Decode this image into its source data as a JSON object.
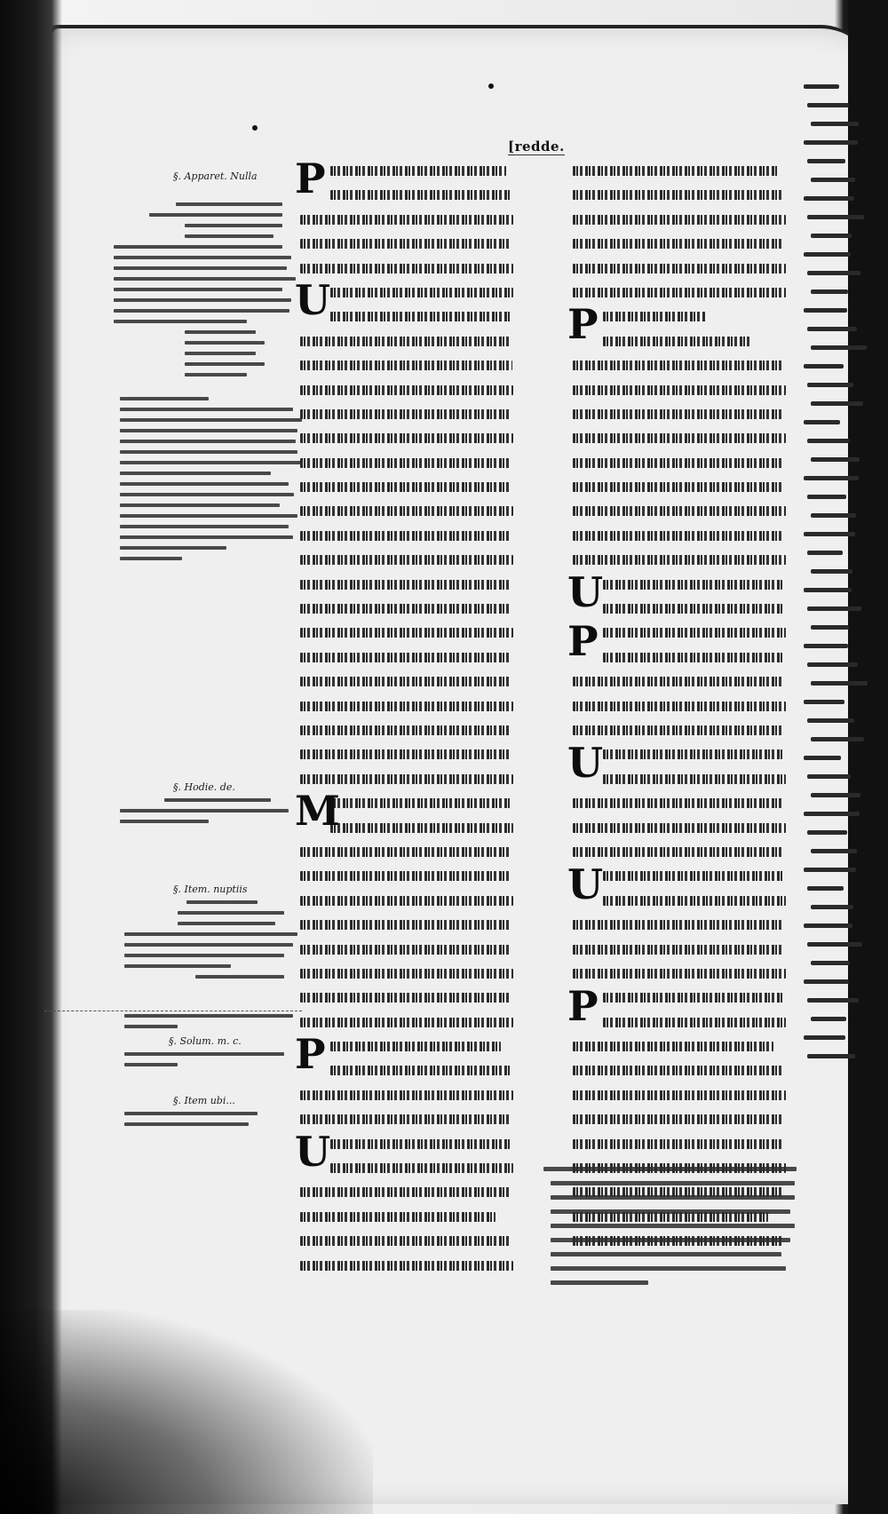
{
  "running_head": "[redde.",
  "glosses": {
    "g1": "§. Apparet. Nulla",
    "g2": "§. Hodie. de.",
    "g3": "§. Item. nuptiis",
    "g4": "§. Solum. m. c.",
    "g5": "§. Item ubi..."
  },
  "columns": {
    "left_initials": [
      "P",
      "U",
      "M",
      "P",
      "U"
    ],
    "right_initials": [
      "P",
      "U",
      "P",
      "U",
      "U",
      "P"
    ],
    "left_line_widths": [
      232,
      238,
      240,
      236,
      240,
      240,
      238,
      236,
      239,
      240,
      238,
      240,
      236,
      238,
      240,
      238,
      240,
      236,
      238,
      240,
      238,
      236,
      240,
      238,
      236,
      240,
      238,
      240,
      236,
      238,
      240,
      238,
      236,
      240,
      238,
      240,
      226,
      238,
      240,
      236,
      238,
      240,
      236,
      220,
      238,
      240
    ],
    "right_line_widths": [
      232,
      238,
      240,
      236,
      240,
      240,
      150,
      200,
      238,
      240,
      238,
      240,
      236,
      238,
      240,
      238,
      240,
      236,
      238,
      240,
      238,
      236,
      240,
      238,
      236,
      240,
      238,
      240,
      236,
      238,
      240,
      238,
      236,
      240,
      238,
      240,
      226,
      238,
      240,
      236,
      238,
      240,
      236,
      220,
      238
    ]
  }
}
